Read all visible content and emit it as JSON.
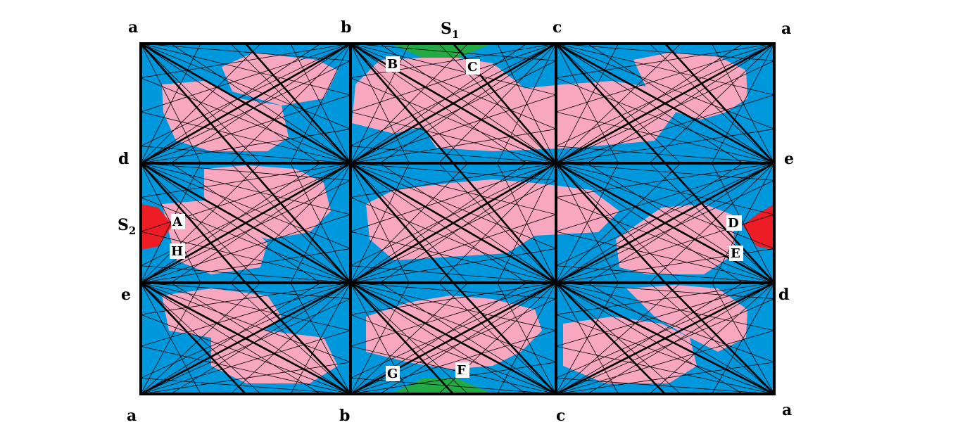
{
  "colors": {
    "background": "#ffffff",
    "blue": "#0098dc",
    "pink": "#f7a8c0",
    "green": "#22aa44",
    "red": "#ee1c24",
    "line": "#000000"
  },
  "corner_labels": {
    "top": [
      "a",
      "b",
      "c",
      "a"
    ],
    "left": [
      "d",
      "e"
    ],
    "right": [
      "e",
      "d"
    ],
    "bottom": [
      "a",
      "b",
      "c",
      "a"
    ]
  },
  "singularities": {
    "s1": {
      "base": "S",
      "sub": "1"
    },
    "s2": {
      "base": "S",
      "sub": "2"
    }
  },
  "points": [
    "A",
    "B",
    "C",
    "D",
    "E",
    "F",
    "G",
    "H"
  ]
}
